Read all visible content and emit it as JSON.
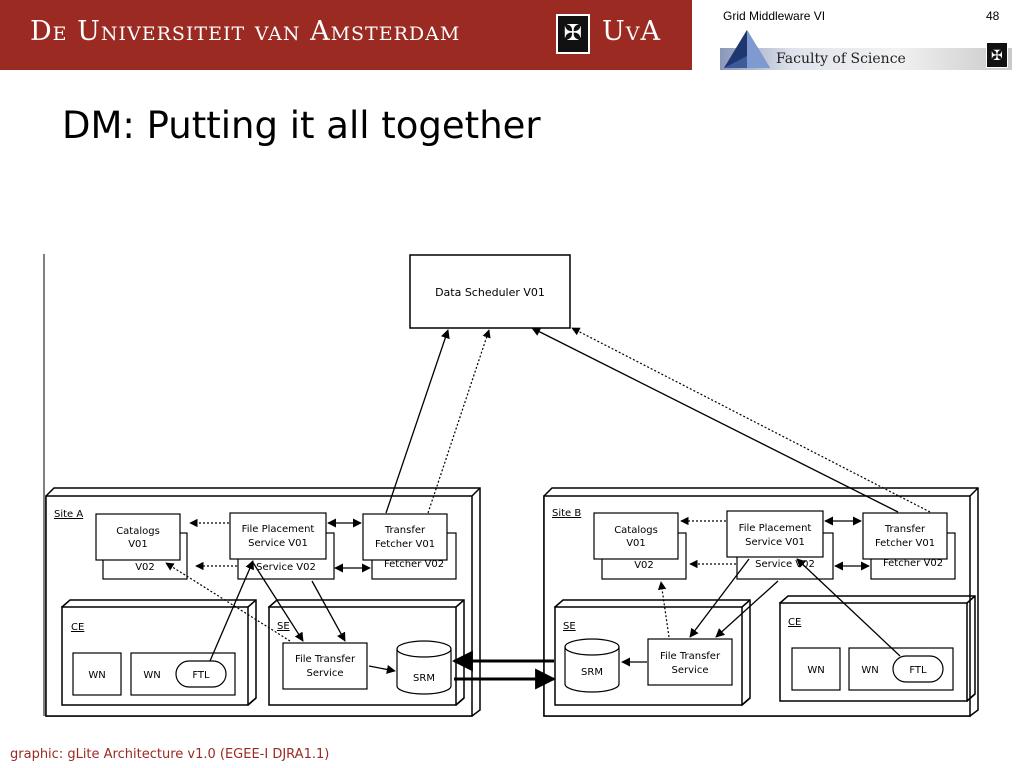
{
  "header": {
    "university": "De Universiteit van Amsterdam",
    "university_short": "UvA",
    "faculty": "Faculty of Science",
    "course": "Grid Middleware VI",
    "page_number": "48"
  },
  "slide": {
    "title": "DM: Putting it all together",
    "caption": "graphic: gLite Architecture v1.0 (EGEE-I DJRA1.1)"
  },
  "diagram": {
    "scheduler": "Data Scheduler V01",
    "site_a": {
      "label": "Site A",
      "catalogs": [
        "Catalogs",
        "V01"
      ],
      "catalogs_back": "V02",
      "fps": [
        "File Placement",
        "Service V01"
      ],
      "fps_back": "Service V02",
      "tf": [
        "Transfer",
        "Fetcher V01"
      ],
      "tf_back": "Fetcher V02",
      "ce": "CE",
      "se": "SE",
      "wn1": "WN",
      "wn2": "WN",
      "ftl": "FTL",
      "fts": [
        "File Transfer",
        "Service"
      ],
      "srm": "SRM"
    },
    "site_b": {
      "label": "Site B",
      "catalogs": [
        "Catalogs",
        "V01"
      ],
      "catalogs_back": "V02",
      "fps": [
        "File Placement",
        "Service V01"
      ],
      "fps_back": "Service V02",
      "tf": [
        "Transfer",
        "Fetcher V01"
      ],
      "tf_back": "Fetcher V02",
      "ce": "CE",
      "se": "SE",
      "wn1": "WN",
      "wn2": "WN",
      "ftl": "FTL",
      "fts": [
        "File Transfer",
        "Service"
      ],
      "srm": "SRM"
    }
  }
}
